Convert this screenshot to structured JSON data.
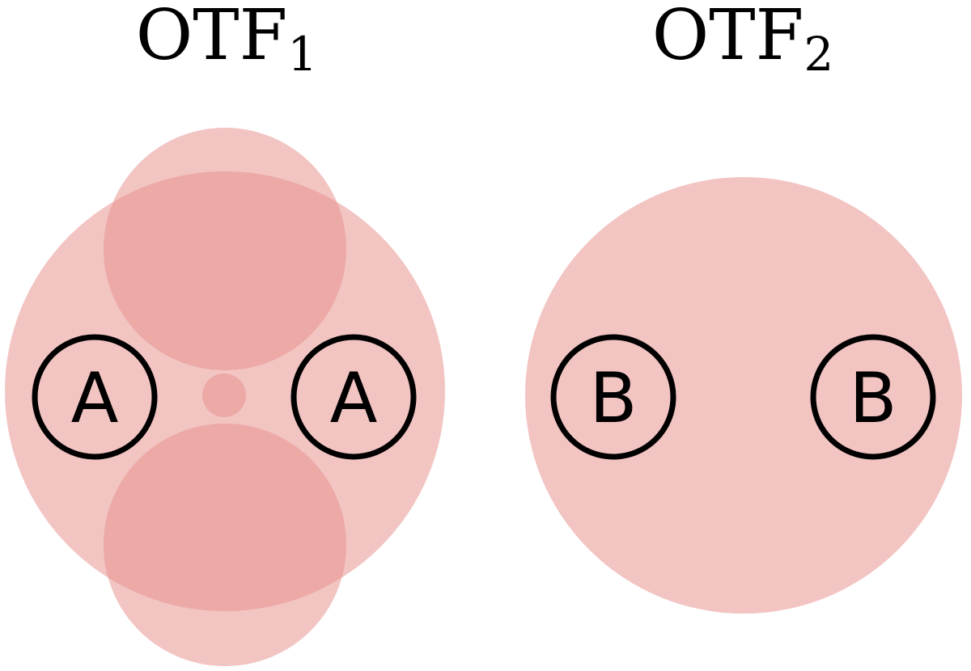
{
  "diagram": {
    "fill_color": "#e8948f",
    "panels": [
      {
        "id": "otf1",
        "title_main": "OTF",
        "title_sub": "1",
        "markers": [
          "A",
          "A"
        ]
      },
      {
        "id": "otf2",
        "title_main": "OTF",
        "title_sub": "2",
        "markers": [
          "B",
          "B"
        ]
      }
    ]
  }
}
